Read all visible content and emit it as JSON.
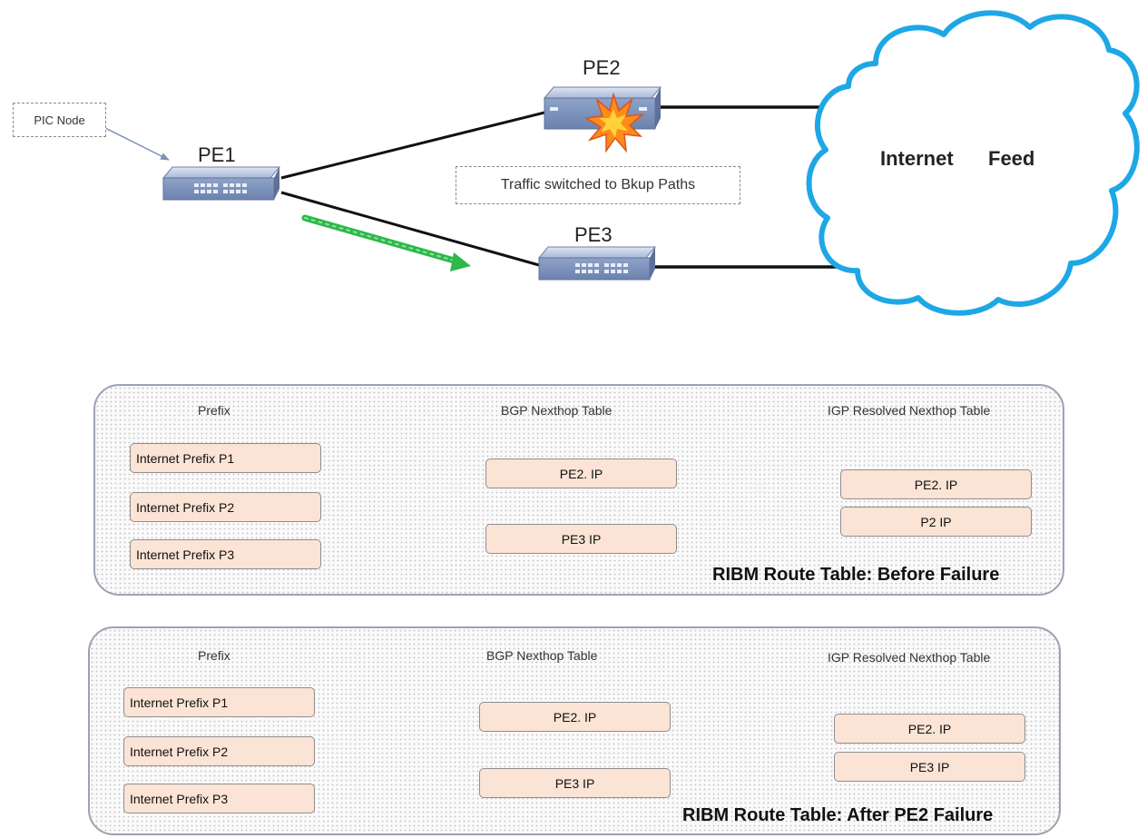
{
  "network": {
    "pic_node_label": "PIC Node",
    "pe1_label": "PE1",
    "pe2_label": "PE2",
    "pe3_label": "PE3",
    "traffic_note": "Traffic switched to Bkup Paths",
    "cloud_label_1": "Internet",
    "cloud_label_2": "Feed"
  },
  "table_before": {
    "prefix_header": "Prefix",
    "bgp_header": "BGP Nexthop Table",
    "igp_header": "IGP Resolved Nexthop Table",
    "prefixes": [
      "Internet Prefix P1",
      "Internet Prefix P2",
      "Internet Prefix P3"
    ],
    "bgp_nexthops": [
      "PE2. IP",
      "PE3  IP"
    ],
    "igp_nexthops": [
      "PE2. IP",
      "P2  IP"
    ],
    "caption": "RIBM Route Table: Before  Failure"
  },
  "table_after": {
    "prefix_header": "Prefix",
    "bgp_header": "BGP Nexthop Table",
    "igp_header": "IGP Resolved Nexthop Table",
    "prefixes": [
      "Internet Prefix P1",
      "Internet Prefix P2",
      "Internet Prefix P3"
    ],
    "bgp_nexthops": [
      "PE2. IP",
      "PE3  IP"
    ],
    "igp_nexthops": [
      "PE2. IP",
      "PE3  IP"
    ],
    "caption": "RIBM Route Table: After PE2 Failure"
  },
  "colors": {
    "cloud_outline": "#1ea7e6",
    "arrow_green": "#2db84a",
    "box_fill": "#fbe4d5",
    "router_body": "#8ea2c8",
    "explosion": "#ff8c1a"
  },
  "icons": [
    "router-icon",
    "explosion-icon",
    "cloud-icon",
    "green-arrow-icon"
  ]
}
